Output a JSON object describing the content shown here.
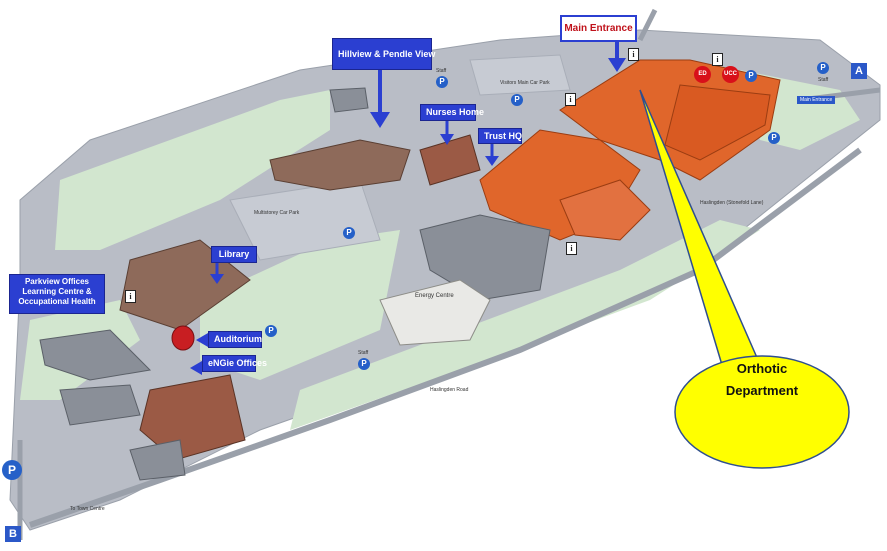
{
  "labels": {
    "main_entrance": "Main Entrance",
    "hillview": "Hillview & Pendle View",
    "nurses_home": "Nurses Home",
    "trust_hq": "Trust HQ",
    "library": "Library",
    "parkview": "Parkview Offices Learning Centre & Occupational Health",
    "auditorium": "Auditorium",
    "nnsie": "eNGie Offices",
    "callout_line1": "Orthotic",
    "callout_line2": "Department"
  },
  "small_text": {
    "visitors_car_park": "Visitors Main Car Park",
    "staff": "Staff",
    "multi_car_park": "Multistorey Car Park",
    "energy_centre": "Energy Centre",
    "to_town_centre": "To Town Centre",
    "main_entrance_tag": "Main Entrance",
    "haslingden_road": "Haslingden Road",
    "haslingden_lane": "Haslingden (Stonefold Lane)"
  },
  "markers": {
    "parking": "P",
    "info": "i",
    "ed": "ED",
    "ucc": "UCC",
    "entrance_a": "A",
    "entrance_b": "B"
  },
  "colors": {
    "label_blue": "#2b3fd1",
    "callout_yellow": "#ffff00",
    "roof_orange": "#e0662b",
    "grass": "#cfe4cb",
    "road": "#b8bcc4"
  }
}
